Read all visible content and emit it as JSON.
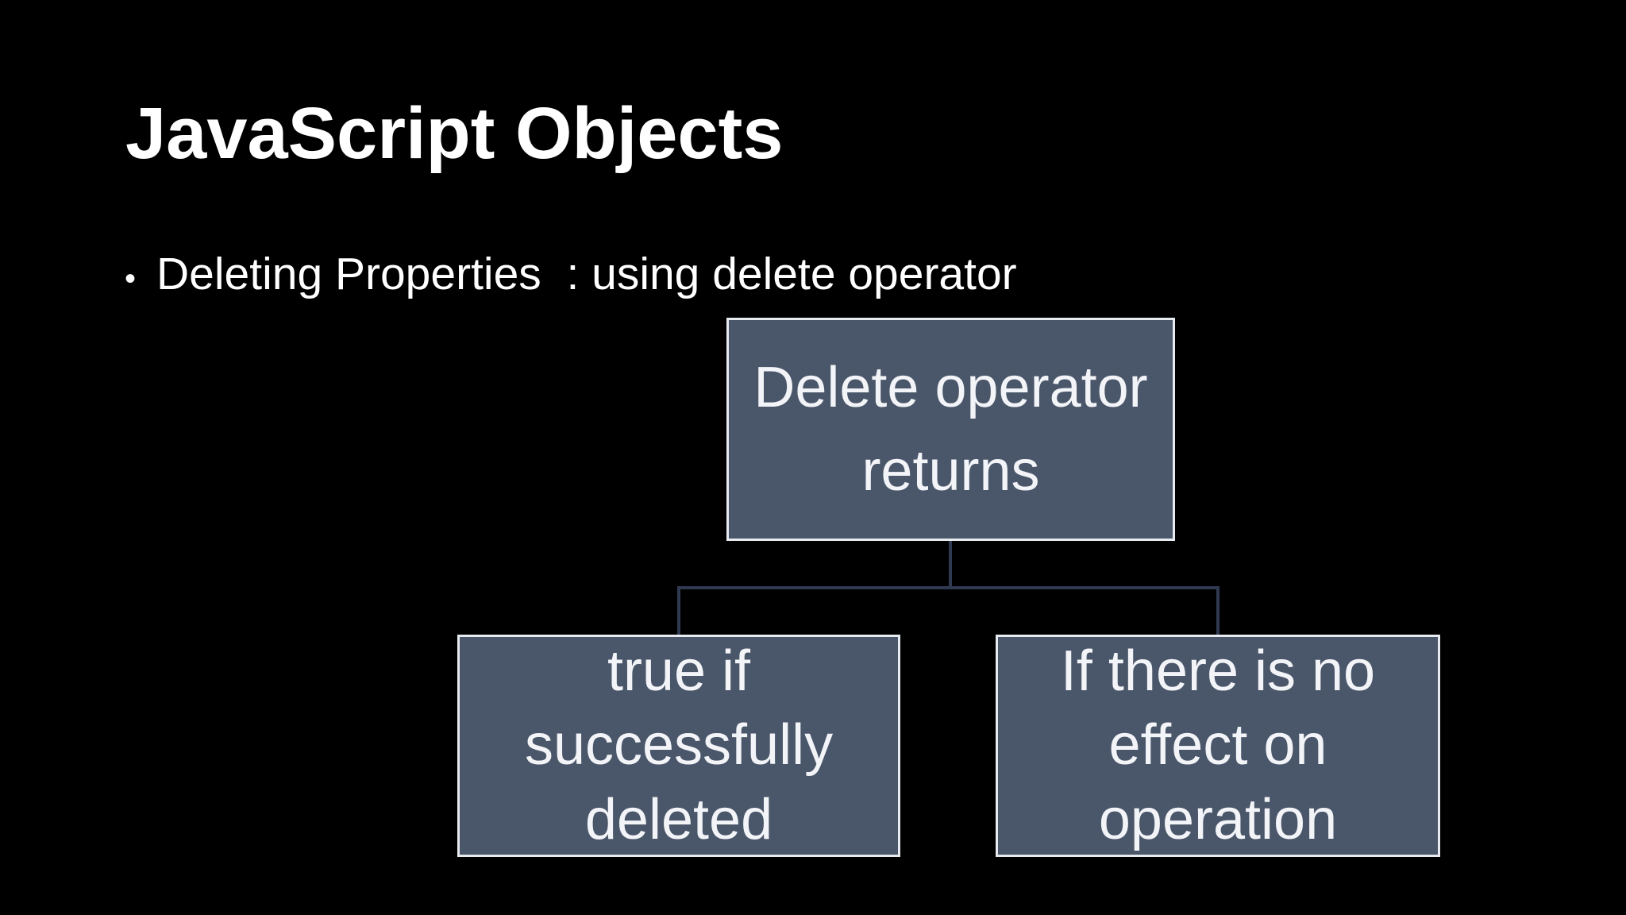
{
  "slide": {
    "title": "JavaScript Objects",
    "bullet": {
      "marker": "•",
      "text": "Deleting Properties  : using delete operator"
    }
  },
  "diagram": {
    "root": {
      "lines": [
        "Delete operator",
        "returns"
      ]
    },
    "children": [
      {
        "lines": [
          "true if",
          "successfully",
          "deleted"
        ]
      },
      {
        "lines": [
          "If there is no",
          "effect on",
          "operation"
        ]
      }
    ]
  },
  "theme": {
    "background": "#000000",
    "text-color": "#ffffff",
    "box-fill": "#4a5669",
    "box-border": "#e7eaef",
    "box-text": "#f2f4f8",
    "connector": "#2f3950"
  }
}
